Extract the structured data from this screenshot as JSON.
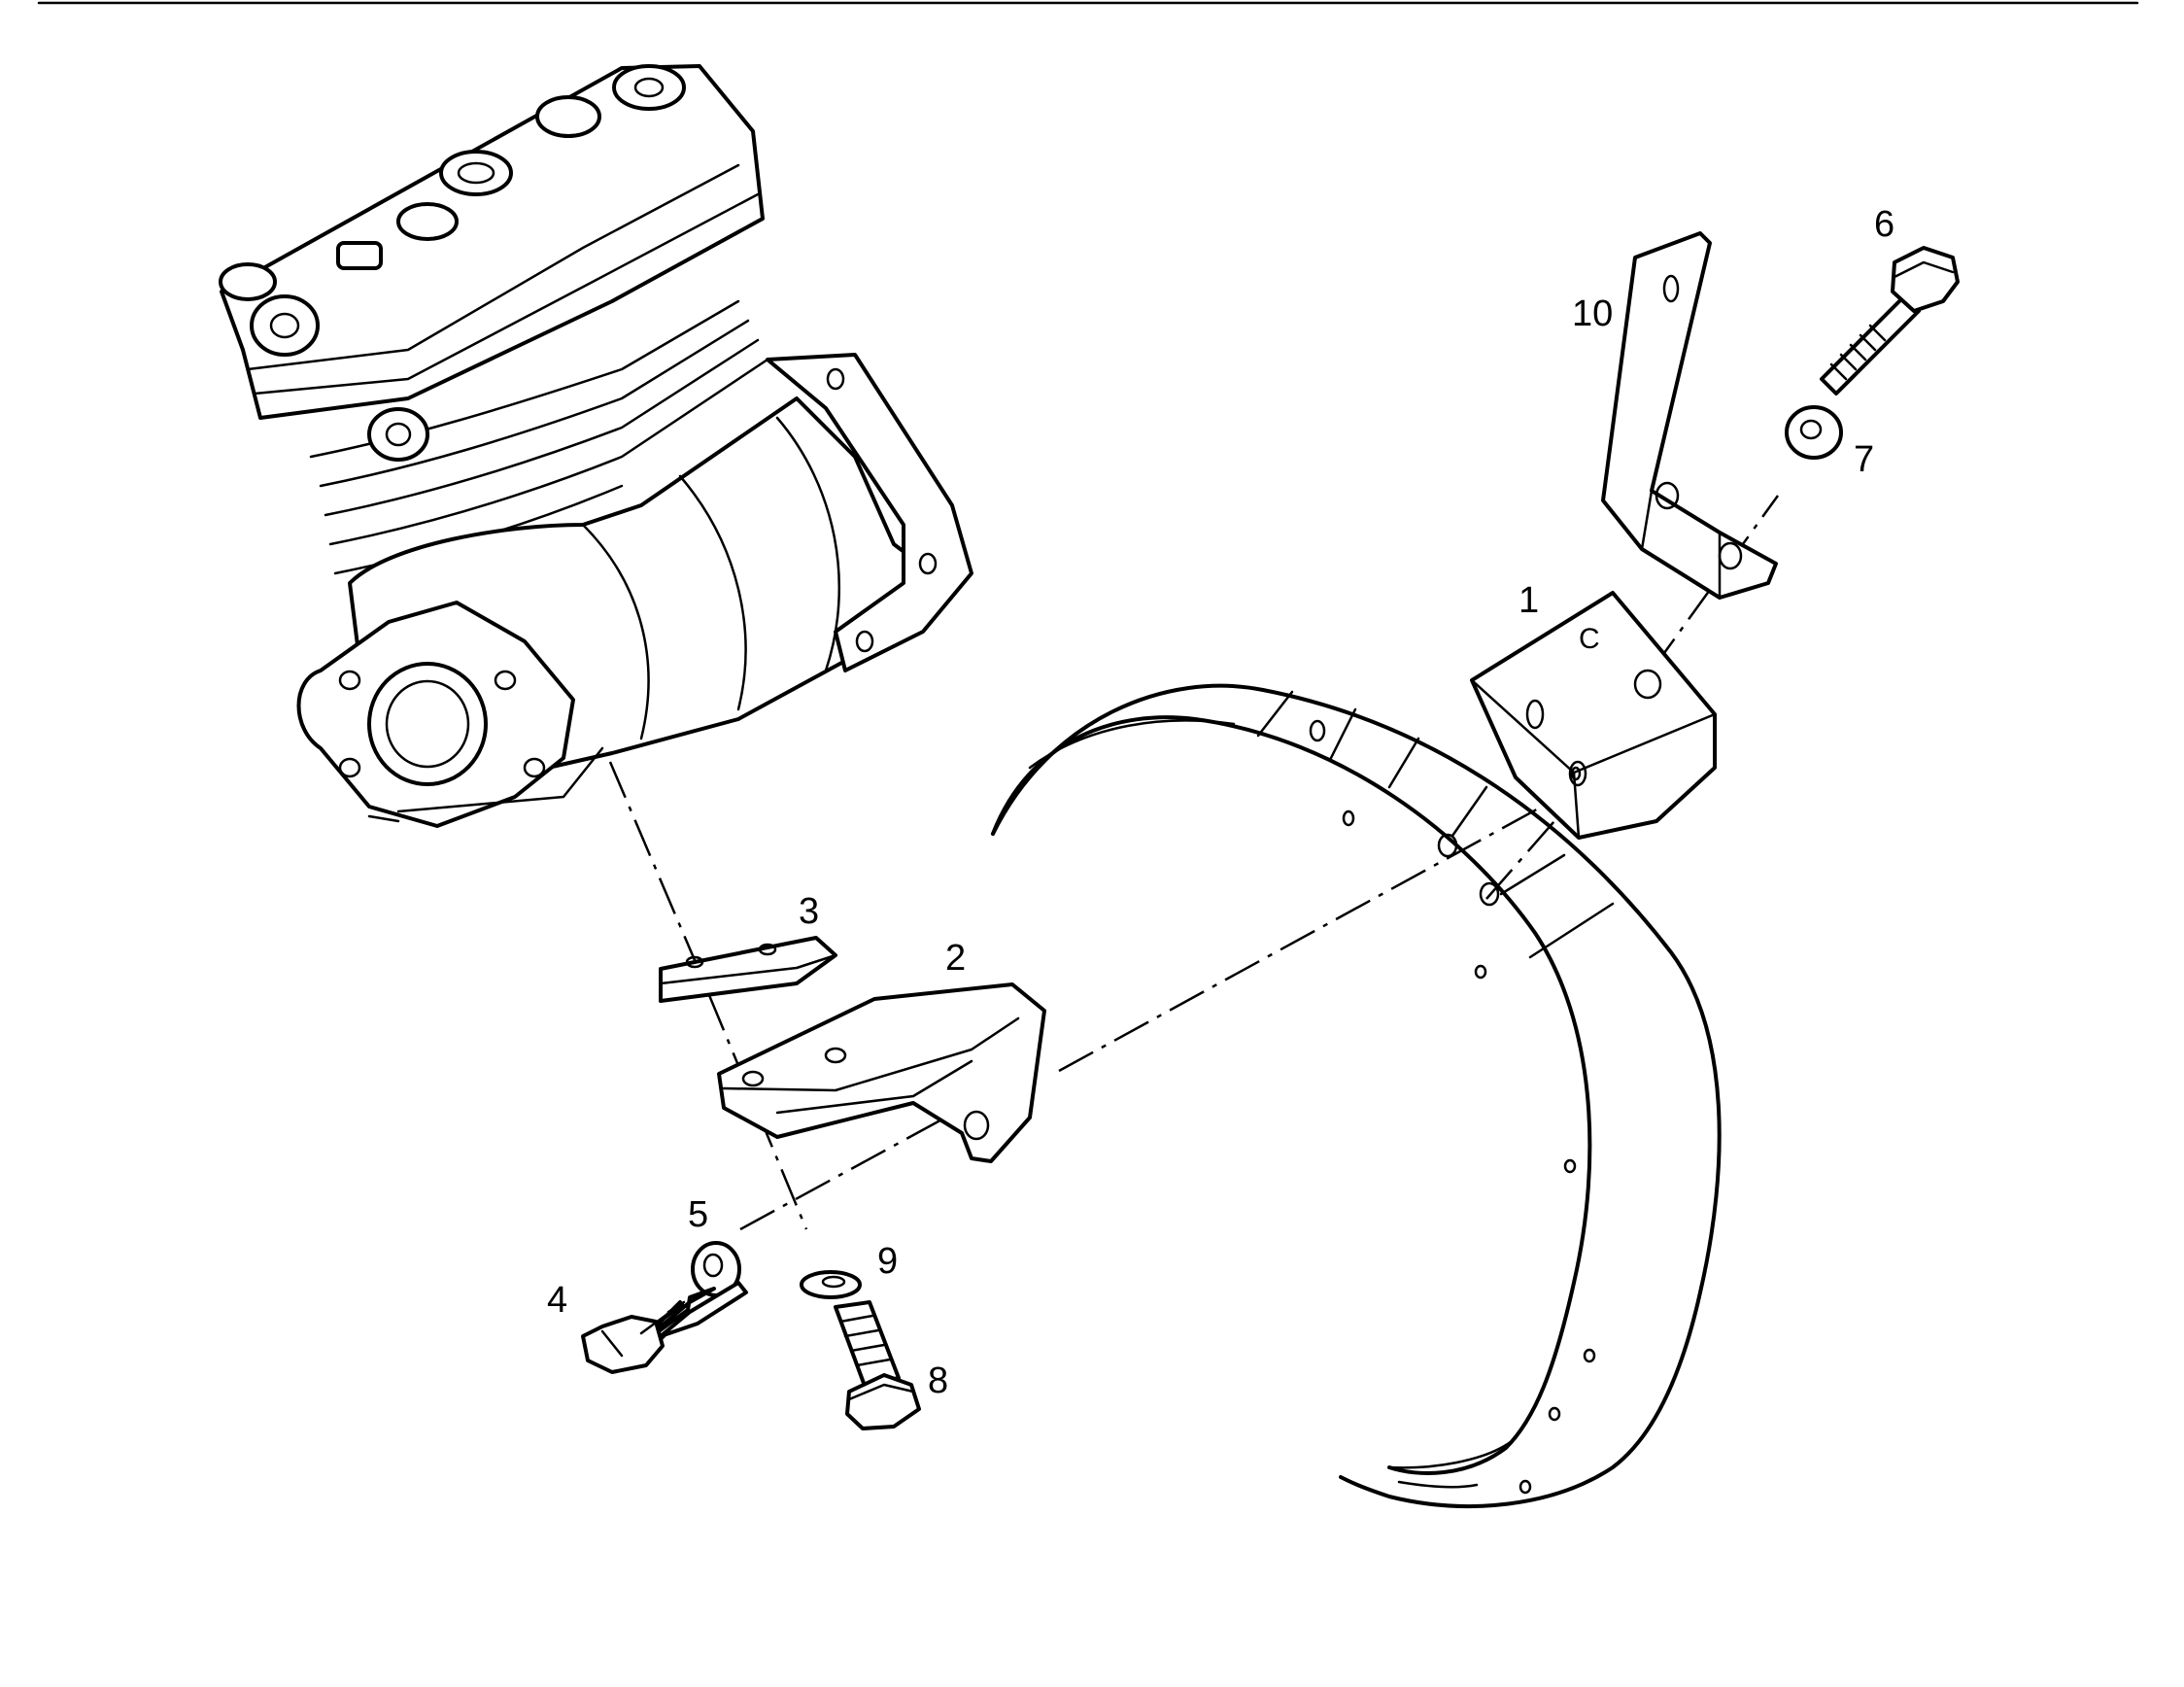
{
  "callouts": {
    "c1": "1",
    "c2": "2",
    "c3": "3",
    "c4": "4",
    "c5": "5",
    "c6": "6",
    "c7": "7",
    "c8": "8",
    "c9": "9",
    "c10": "10"
  },
  "block_marking": "C",
  "colors": {
    "line": "#000000",
    "background": "#ffffff"
  }
}
